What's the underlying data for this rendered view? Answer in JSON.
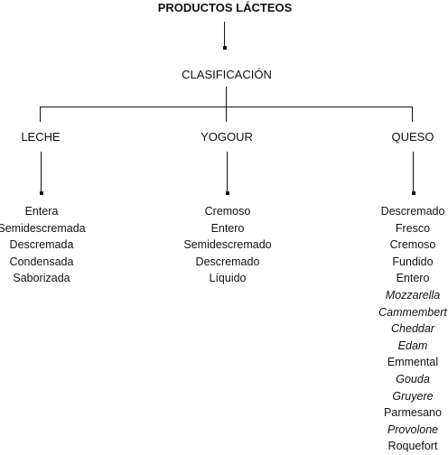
{
  "root": "PRODUCTOS LÁCTEOS",
  "classification": "CLASIFICACIÓN",
  "categories": [
    {
      "name": "LECHE",
      "items": [
        {
          "text": "Entera",
          "italic": false
        },
        {
          "text": "Semidescremada",
          "italic": false
        },
        {
          "text": "Descremada",
          "italic": false
        },
        {
          "text": "Condensada",
          "italic": false
        },
        {
          "text": "Saborizada",
          "italic": false
        }
      ]
    },
    {
      "name": "YOGOUR",
      "items": [
        {
          "text": "Cremoso",
          "italic": false
        },
        {
          "text": "Entero",
          "italic": false
        },
        {
          "text": "Semidescremado",
          "italic": false
        },
        {
          "text": "Descremado",
          "italic": false
        },
        {
          "text": "Líquido",
          "italic": false
        }
      ]
    },
    {
      "name": "QUESO",
      "items": [
        {
          "text": "Descremado",
          "italic": false
        },
        {
          "text": "Fresco",
          "italic": false
        },
        {
          "text": "Cremoso",
          "italic": false
        },
        {
          "text": "Fundido",
          "italic": false
        },
        {
          "text": "Entero",
          "italic": false
        },
        {
          "text": "Mozzarella",
          "italic": true
        },
        {
          "text": "Cammembert",
          "italic": true
        },
        {
          "text": "Cheddar",
          "italic": true
        },
        {
          "text": "Edam",
          "italic": true
        },
        {
          "text": "Emmental",
          "italic": false
        },
        {
          "text": "Gouda",
          "italic": true
        },
        {
          "text": "Gruyere",
          "italic": true
        },
        {
          "text": "Parmesano",
          "italic": false
        },
        {
          "text": "Provolone",
          "italic": true
        },
        {
          "text": "Roquefort",
          "italic": false
        }
      ]
    }
  ]
}
